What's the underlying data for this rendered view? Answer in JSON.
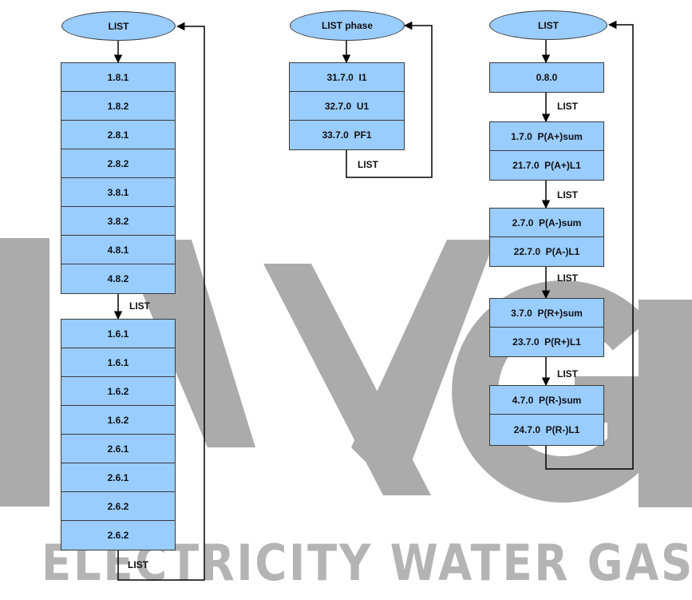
{
  "watermark": {
    "text": "ELECTRICITY WATER GAS"
  },
  "left_column": {
    "header": "LIST",
    "group1": [
      "1.8.1",
      "1.8.2",
      "2.8.1",
      "2.8.2",
      "3.8.1",
      "3.8.2",
      "4.8.1",
      "4.8.2"
    ],
    "mid_label": "LIST",
    "group2": [
      "1.6.1",
      "1.6.1",
      "1.6.2",
      "1.6.2",
      "2.6.1",
      "2.6.1",
      "2.6.2",
      "2.6.2"
    ],
    "return_label": "LIST"
  },
  "middle_column": {
    "header": "LIST phase",
    "items": [
      "31.7.0  I1",
      "32.7.0  U1",
      "33.7.0  PF1"
    ],
    "return_label": "LIST"
  },
  "right_column": {
    "header": "LIST",
    "first": "0.8.0",
    "label_1": "LIST",
    "pair_1": [
      "1.7.0  P(A+)sum",
      "21.7.0  P(A+)L1"
    ],
    "label_2": "LIST",
    "pair_2": [
      "2.7.0  P(A-)sum",
      "22.7.0  P(A-)L1"
    ],
    "label_3": "LIST",
    "pair_3": [
      "3.7.0  P(R+)sum",
      "23.7.0  P(R+)L1"
    ],
    "label_4": "LIST",
    "pair_4": [
      "4.7.0  P(R-)sum",
      "24.7.0  P(R-)L1"
    ]
  }
}
